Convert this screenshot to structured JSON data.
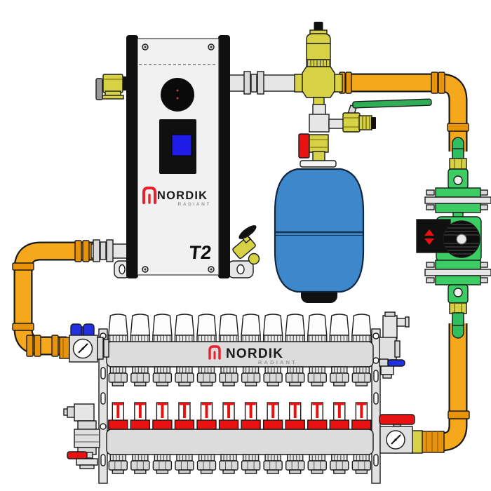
{
  "diagram_title": "Nordik Radiant T2 hydronic heating package with boiler, air separator, expansion tank, circulator pump and 12-loop radiant floor manifold",
  "boiler": {
    "logo_name": "NORDIK",
    "logo_sub": "RADIANT",
    "model": "T2",
    "screen_color": "#1f1ce8"
  },
  "manifold": {
    "logo_name": "NORDIK",
    "logo_sub": "RADIANT",
    "loops": 12
  },
  "components": [
    "boiler-unit",
    "side-service-valve",
    "air-separator-with-vent",
    "green-handle-ball-valve",
    "red-handle-tank-valve",
    "expansion-tank",
    "isolation-flanges",
    "circulator-pump",
    "supply-manifold-with-actuator-caps",
    "return-manifold-with-flow-meters",
    "blue-handle-supply-valve",
    "red-handle-return-valve",
    "pressure-gauges",
    "drain-valves",
    "mounting-rails",
    "pex-supply-piping",
    "pex-return-piping"
  ],
  "colors": {
    "pipe_orange": "#F5A81C",
    "pipe_orange_dark": "#E8940A",
    "brass": "#D6D145",
    "pipe_green": "#2FBF5F",
    "pump_green": "#3BCC63",
    "tank_blue": "#3D87CB",
    "valve_blue": "#2230DD",
    "valve_red": "#E81212",
    "handle_green": "#2FAE57",
    "logo_red": "#E8212E",
    "steel": "#DCDCDC"
  }
}
